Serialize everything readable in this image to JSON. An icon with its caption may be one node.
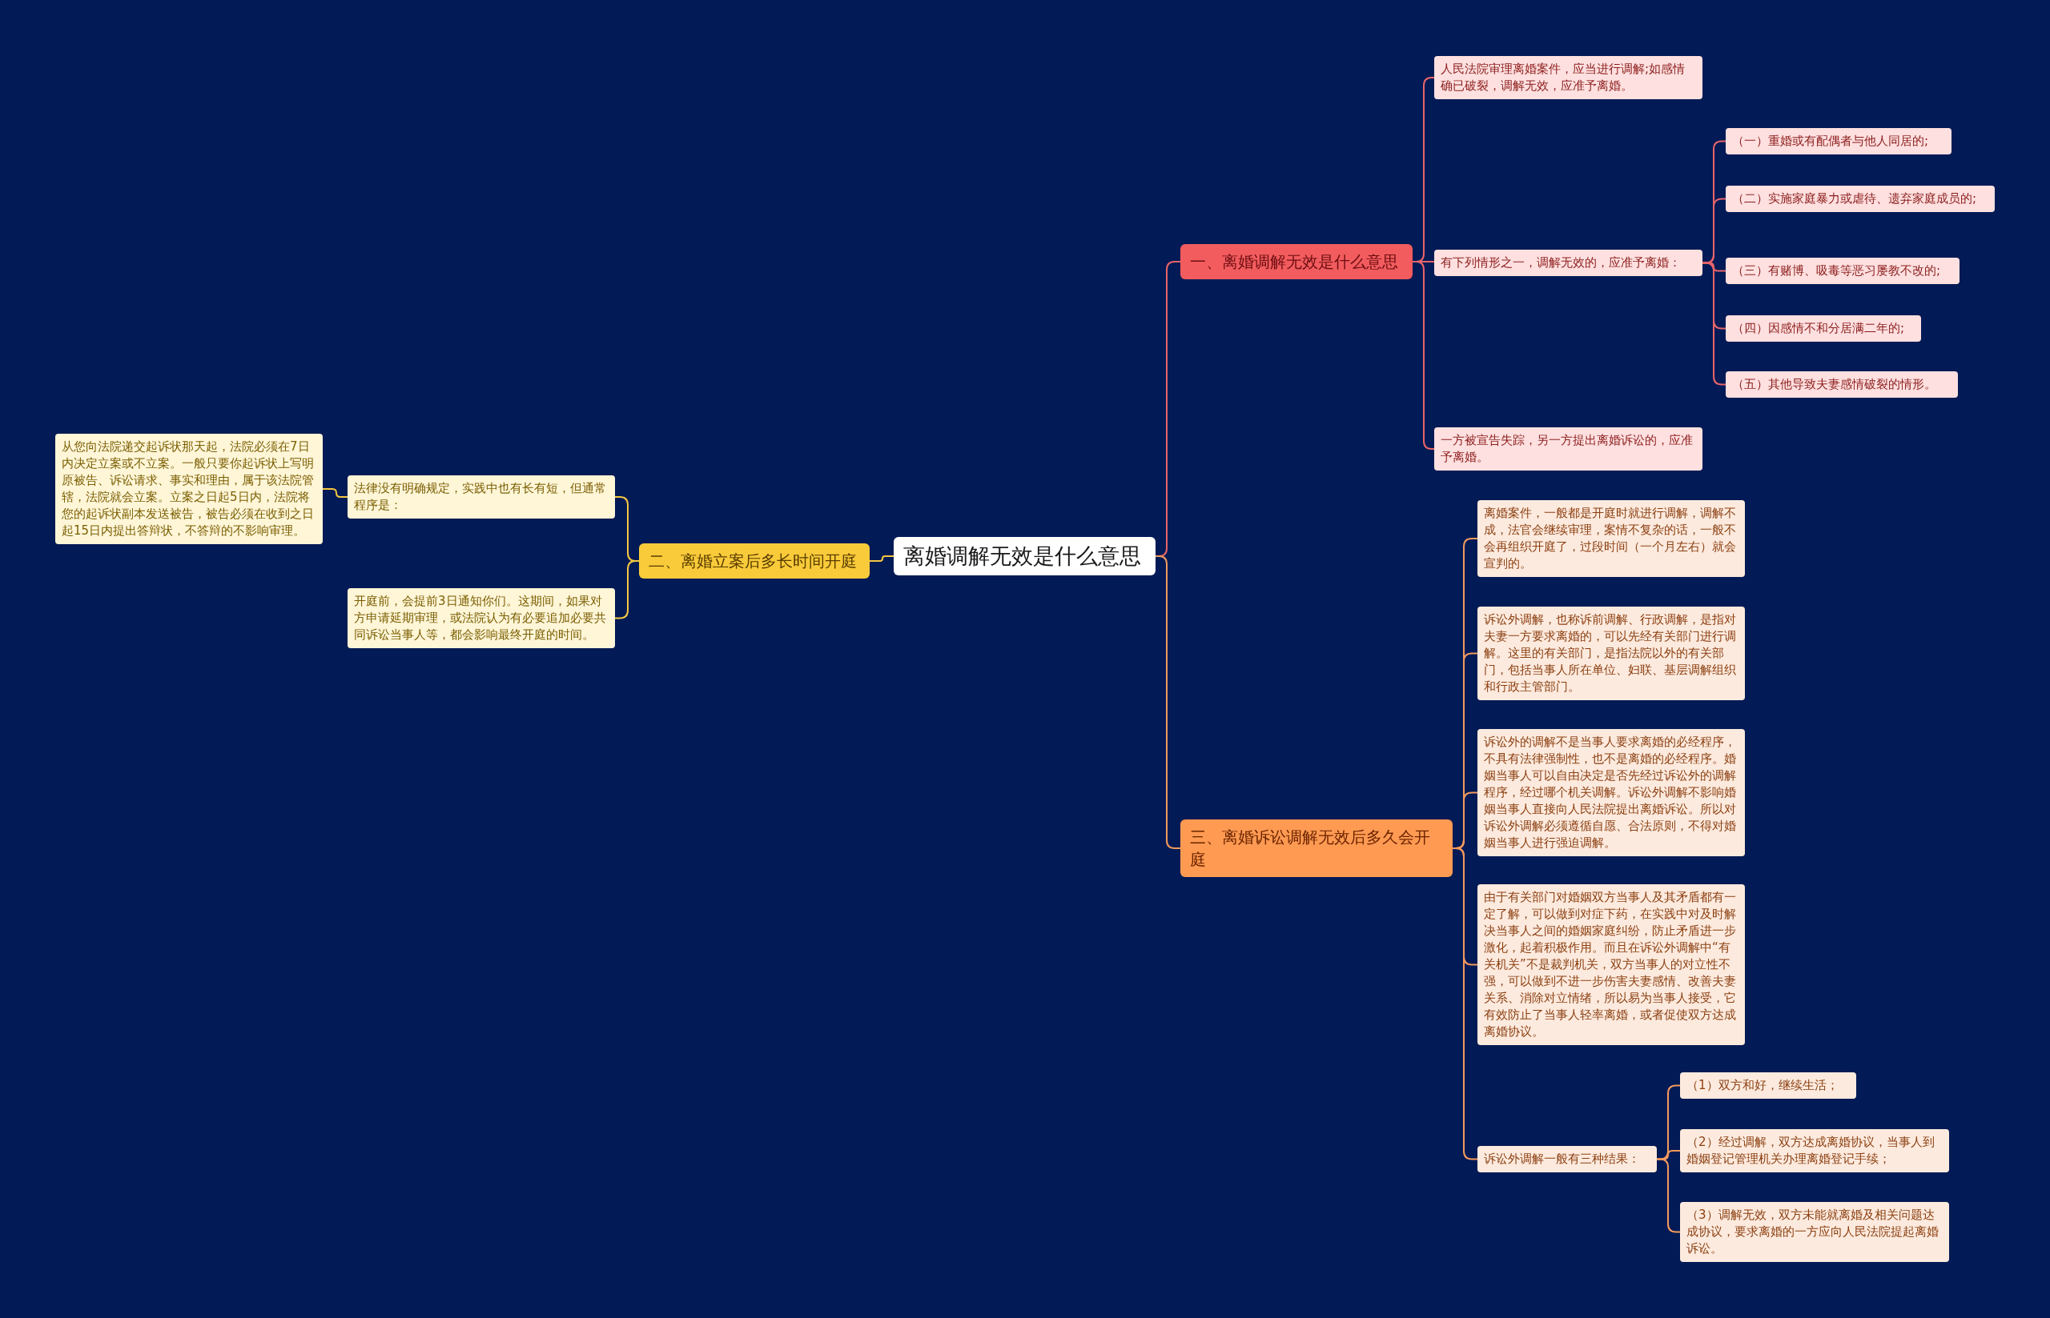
{
  "diagram": {
    "nodes": [
      {
        "text": [
          "离婚调解无效是什么意思"
        ]
      },
      {
        "text": [
          "一、离婚调解无效是什么意思"
        ]
      },
      {
        "text": [
          "人民法院审理离婚案件，应当进行调解;如感情确已破裂，调解无效，应准予离婚。"
        ]
      },
      {
        "text": [
          "有下列情形之一，调解无效的，应准予离婚："
        ]
      },
      {
        "text": [
          "（一）重婚或有配偶者与他人同居的;"
        ]
      },
      {
        "text": [
          "（二）实施家庭暴力或虐待、遗弃家庭成员的;"
        ]
      },
      {
        "text": [
          "（三）有赌博、吸毒等恶习屡教不改的;"
        ]
      },
      {
        "text": [
          "（四）因感情不和分居满二年的;"
        ]
      },
      {
        "text": [
          "（五）其他导致夫妻感情破裂的情形。"
        ]
      },
      {
        "text": [
          "一方被宣告失踪，另一方提出离婚诉讼的，应准予离婚。"
        ]
      },
      {
        "text": [
          "二、离婚立案后多长时间开庭"
        ]
      },
      {
        "text": [
          "法律没有明确规定，实践中也有长有短，但通常程序是："
        ]
      },
      {
        "text": [
          "从您向法院递交起诉状那天起，法院必须在7日内决定立案或不立案。一般只要你起诉状上写明原被告、诉讼请求、事实和理由，属于该法院管辖，法院就会立案。立案之日起5日内，法院将您的起诉状副本发送被告，被告必须在收到之日起15日内提出答辩状，不答辩的不影响审理。"
        ]
      },
      {
        "text": [
          "开庭前，会提前3日通知你们。这期间，如果对方申请延期审理，或法院认为有必要追加必要共同诉讼当事人等，都会影响最终开庭的时间。"
        ]
      },
      {
        "text": [
          "三、离婚诉讼调解无效后多久会开庭"
        ]
      },
      {
        "text": [
          "离婚案件，一般都是开庭时就进行调解，调解不成，法官会继续审理，案情不复杂的话，一般不会再组织开庭了，过段时间（一个月左右）就会宣判的。"
        ]
      },
      {
        "text": [
          "诉讼外调解，也称诉前调解、行政调解，是指对夫妻一方要求离婚的，可以先经有关部门进行调解。这里的有关部门，是指法院以外的有关部门，包括当事人所在单位、妇联、基层调解组织和行政主管部门。"
        ]
      },
      {
        "text": [
          "诉讼外的调解不是当事人要求离婚的必经程序，不具有法律强制性，也不是离婚的必经程序。婚姻当事人可以自由决定是否先经过诉讼外的调解程序，经过哪个机关调解。诉讼外调解不影响婚姻当事人直接向人民法院提出离婚诉讼。所以对诉讼外调解必须遵循自愿、合法原则，不得对婚姻当事人进行强迫调解。"
        ]
      },
      {
        "text": [
          "由于有关部门对婚姻双方当事人及其矛盾都有一定了解，可以做到对症下药，在实践中对及时解决当事人之间的婚姻家庭纠纷，防止矛盾进一步激化，起着积极作用。而且在诉讼外调解中“有关机关”不是裁判机关，双方当事人的对立性不强，可以做到不进一步伤害夫妻感情、改善夫妻关系、消除对立情绪，所以易为当事人接受，它有效防止了当事人轻率离婚，或者促使双方达成离婚协议。"
        ]
      },
      {
        "text": [
          "诉讼外调解一般有三种结果："
        ]
      },
      {
        "text": [
          "（1）双方和好，继续生活；"
        ]
      },
      {
        "text": [
          "（2）经过调解，双方达成离婚协议，当事人到婚姻登记管理机关办理离婚登记手续；"
        ]
      },
      {
        "text": [
          "（3）调解无效，双方未能就离婚及相关问题达成协议，要求离婚的一方应向人民法院提起离婚诉讼。"
        ]
      }
    ],
    "edges": [
      {
        "from": 0,
        "to": 1,
        "arrow": "none",
        "color": "#e8656a"
      },
      {
        "from": 1,
        "to": 2,
        "arrow": "none",
        "color": "#e8656a"
      },
      {
        "from": 1,
        "to": 3,
        "arrow": "none",
        "color": "#e8656a"
      },
      {
        "from": 3,
        "to": 4,
        "arrow": "none",
        "color": "#e8656a"
      },
      {
        "from": 3,
        "to": 5,
        "arrow": "none",
        "color": "#e8656a"
      },
      {
        "from": 3,
        "to": 6,
        "arrow": "none",
        "color": "#e8656a"
      },
      {
        "from": 3,
        "to": 7,
        "arrow": "none",
        "color": "#e8656a"
      },
      {
        "from": 3,
        "to": 8,
        "arrow": "none",
        "color": "#e8656a"
      },
      {
        "from": 1,
        "to": 9,
        "arrow": "none",
        "color": "#e8656a"
      },
      {
        "from": 0,
        "to": 10,
        "arrow": "none",
        "color": "#f5c842"
      },
      {
        "from": 10,
        "to": 11,
        "arrow": "none",
        "color": "#f5c842"
      },
      {
        "from": 11,
        "to": 12,
        "arrow": "none",
        "color": "#f5c842"
      },
      {
        "from": 10,
        "to": 13,
        "arrow": "none",
        "color": "#f5c842"
      },
      {
        "from": 0,
        "to": 14,
        "arrow": "none",
        "color": "#f49a5e"
      },
      {
        "from": 14,
        "to": 15,
        "arrow": "none",
        "color": "#f49a5e"
      },
      {
        "from": 14,
        "to": 16,
        "arrow": "none",
        "color": "#f49a5e"
      },
      {
        "from": 14,
        "to": 17,
        "arrow": "none",
        "color": "#f49a5e"
      },
      {
        "from": 14,
        "to": 18,
        "arrow": "none",
        "color": "#f49a5e"
      },
      {
        "from": 14,
        "to": 19,
        "arrow": "none",
        "color": "#f49a5e"
      },
      {
        "from": 19,
        "to": 20,
        "arrow": "none",
        "color": "#f49a5e"
      },
      {
        "from": 19,
        "to": 21,
        "arrow": "none",
        "color": "#f49a5e"
      },
      {
        "from": 19,
        "to": 22,
        "arrow": "none",
        "color": "#f49a5e"
      }
    ]
  }
}
